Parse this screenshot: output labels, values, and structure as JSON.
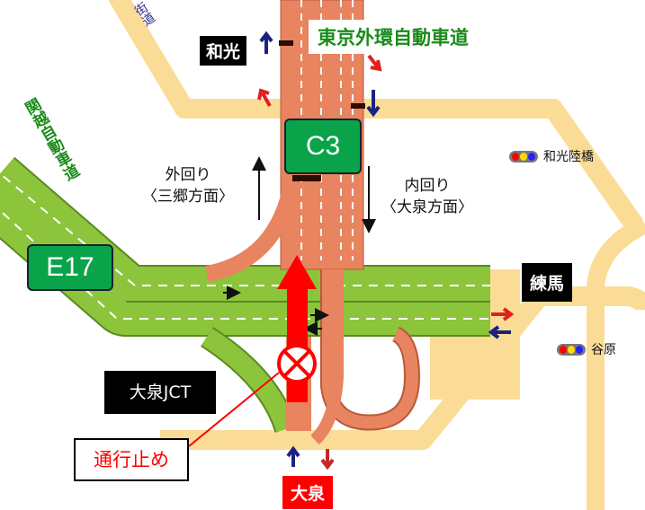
{
  "labels": {
    "wako": "和光",
    "gaikan": "東京外環自動車道",
    "kanetsu": "関越自動車道",
    "top_road": "街道",
    "c3": "C3",
    "e17": "E17",
    "outer_loop": "外回り",
    "outer_dir": "〈三郷方面〉",
    "inner_loop": "内回り",
    "inner_dir": "〈大泉方面〉",
    "nerima": "練馬",
    "oizumi_jct": "大泉JCT",
    "closure": "通行止め",
    "oizumi": "大泉",
    "station_wako_rikkyo": "和光陸橋",
    "station_yahara": "谷原"
  },
  "colors": {
    "local_road": "#fbdc96",
    "expressway_c3": "#e8845f",
    "expressway_e17": "#8cc43c",
    "closure": "#ff0000",
    "sign_green": "#0aa34a",
    "arrow_blue": "#1a237e",
    "arrow_red": "#e02020"
  },
  "icons": {
    "closure_marker": "circle-x-icon",
    "traffic_signal": "traffic-light-icon"
  }
}
